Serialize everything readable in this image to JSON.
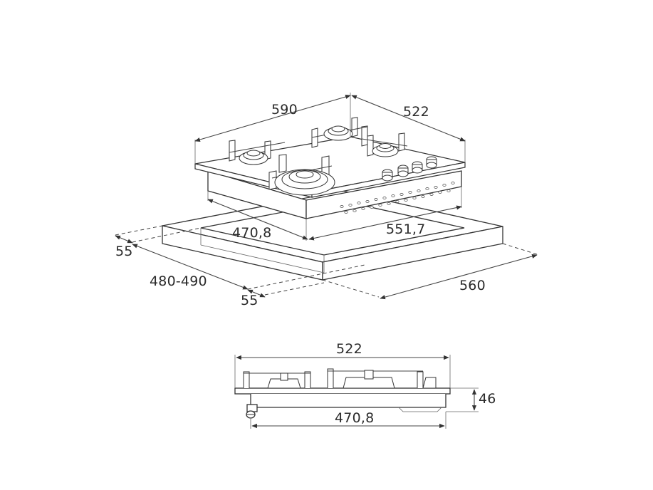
{
  "top_view": {
    "width_label": "590",
    "depth_label": "522",
    "cutout_depth_label": "470,8",
    "cutout_width_label": "551,7",
    "left_margin_label": "55",
    "niche_label": "480-490",
    "front_margin_label": "55",
    "worktop_label": "560"
  },
  "front_view": {
    "width_label": "522",
    "height_label": "46",
    "base_width_label": "470,8"
  }
}
